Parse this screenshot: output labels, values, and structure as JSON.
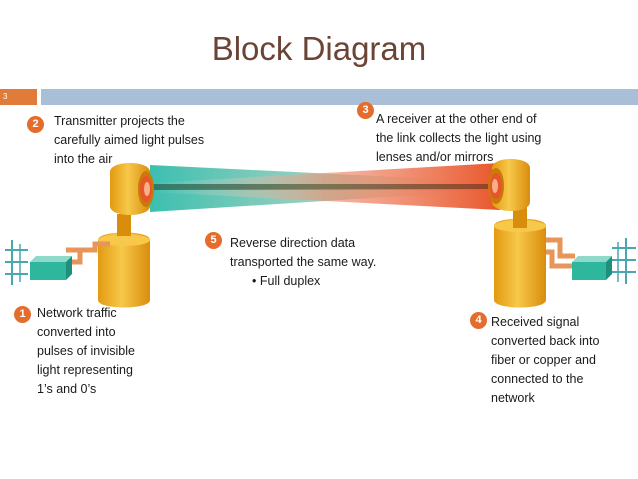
{
  "slide": {
    "title": "Block Diagram",
    "number": "3"
  },
  "callouts": [
    {
      "badge": "1",
      "lines": [
        "Network traffic",
        "converted into",
        "pulses of invisible",
        "light representing",
        "1’s and 0’s"
      ]
    },
    {
      "badge": "2",
      "lines": [
        "Transmitter projects the",
        "carefully aimed light pulses",
        "into the air"
      ]
    },
    {
      "badge": "3",
      "lines": [
        "A receiver at the other end of",
        "the link collects the light using",
        "lenses and/or mirrors"
      ]
    },
    {
      "badge": "4",
      "lines": [
        "Received signal",
        "converted back into",
        "fiber or copper and",
        "connected to the",
        "network"
      ]
    },
    {
      "badge": "5",
      "lines": [
        "Reverse direction data",
        "transported the same way."
      ],
      "bullet": "Full duplex"
    }
  ],
  "colors": {
    "title": "#6b4436",
    "accent_orange": "#e07b39",
    "accent_blue": "#a9bfd8",
    "beam_teal": "#3bbfb0",
    "beam_red": "#e8552a",
    "device_yellow": "#f2b21b"
  }
}
